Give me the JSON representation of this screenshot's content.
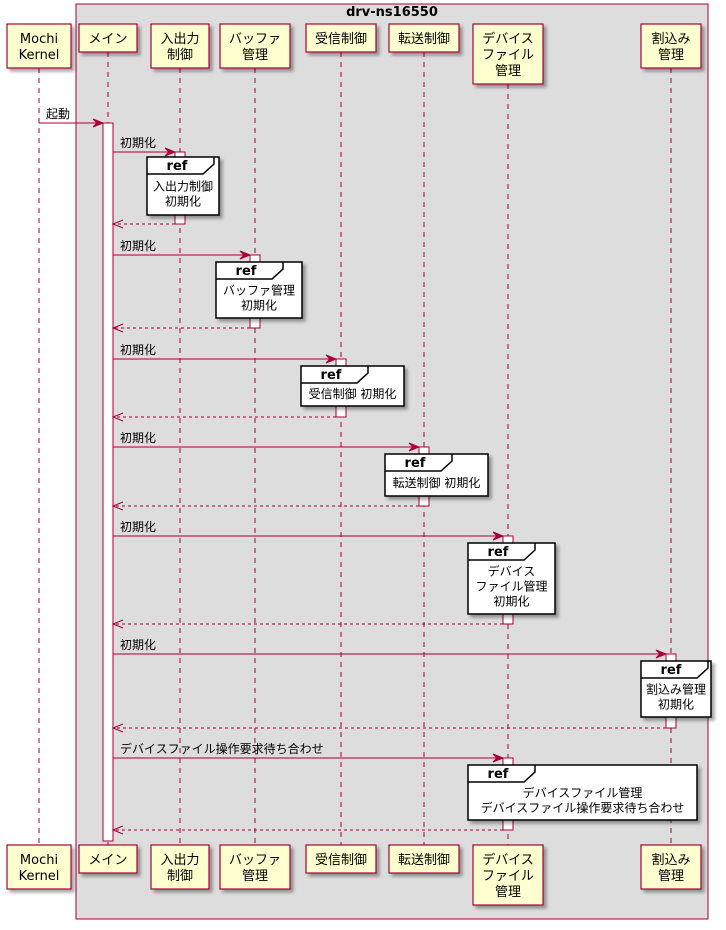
{
  "colors": {
    "participant_fill": "#FEFECE",
    "participant_stroke": "#A80036",
    "box_fill": "#DDDDDD",
    "arrow": "#A80036",
    "lifeline": "#A80036",
    "ref_fill": "#FFFFFF",
    "ref_stroke": "#000000"
  },
  "box_title": "drv-ns16550",
  "participants": [
    {
      "id": "kernel",
      "lines": [
        "Mochi",
        "Kernel"
      ]
    },
    {
      "id": "main",
      "lines": [
        "メイン"
      ]
    },
    {
      "id": "io",
      "lines": [
        "入出力",
        "制御"
      ]
    },
    {
      "id": "buffer",
      "lines": [
        "バッファ",
        "管理"
      ]
    },
    {
      "id": "rx",
      "lines": [
        "受信制御"
      ]
    },
    {
      "id": "tx",
      "lines": [
        "転送制御"
      ]
    },
    {
      "id": "devfile",
      "lines": [
        "デバイス",
        "ファイル",
        "管理"
      ]
    },
    {
      "id": "irq",
      "lines": [
        "割込み",
        "管理"
      ]
    }
  ],
  "messages": [
    {
      "from": "kernel",
      "to": "main",
      "label": "起動",
      "type": "sync"
    },
    {
      "from": "main",
      "to": "io",
      "label": "初期化",
      "type": "sync"
    },
    {
      "from": "io",
      "to": "main",
      "label": "",
      "type": "return"
    },
    {
      "from": "main",
      "to": "buffer",
      "label": "初期化",
      "type": "sync"
    },
    {
      "from": "buffer",
      "to": "main",
      "label": "",
      "type": "return"
    },
    {
      "from": "main",
      "to": "rx",
      "label": "初期化",
      "type": "sync"
    },
    {
      "from": "rx",
      "to": "main",
      "label": "",
      "type": "return"
    },
    {
      "from": "main",
      "to": "tx",
      "label": "初期化",
      "type": "sync"
    },
    {
      "from": "tx",
      "to": "main",
      "label": "",
      "type": "return"
    },
    {
      "from": "main",
      "to": "devfile",
      "label": "初期化",
      "type": "sync"
    },
    {
      "from": "devfile",
      "to": "main",
      "label": "",
      "type": "return"
    },
    {
      "from": "main",
      "to": "irq",
      "label": "初期化",
      "type": "sync"
    },
    {
      "from": "irq",
      "to": "main",
      "label": "",
      "type": "return"
    },
    {
      "from": "main",
      "to": "devfile",
      "label": "デバイスファイル操作要求待ち合わせ",
      "type": "sync"
    },
    {
      "from": "devfile",
      "to": "main",
      "label": "",
      "type": "return"
    }
  ],
  "refs": [
    {
      "label": "ref",
      "lines": [
        "入出力制御",
        "初期化"
      ]
    },
    {
      "label": "ref",
      "lines": [
        "バッファ管理",
        "初期化"
      ]
    },
    {
      "label": "ref",
      "lines": [
        "受信制御 初期化"
      ]
    },
    {
      "label": "ref",
      "lines": [
        "転送制御 初期化"
      ]
    },
    {
      "label": "ref",
      "lines": [
        "デバイス",
        "ファイル管理",
        "初期化"
      ]
    },
    {
      "label": "ref",
      "lines": [
        "割込み管理",
        "初期化"
      ]
    },
    {
      "label": "ref",
      "lines": [
        "デバイスファイル管理",
        "デバイスファイル操作要求待ち合わせ"
      ]
    }
  ]
}
